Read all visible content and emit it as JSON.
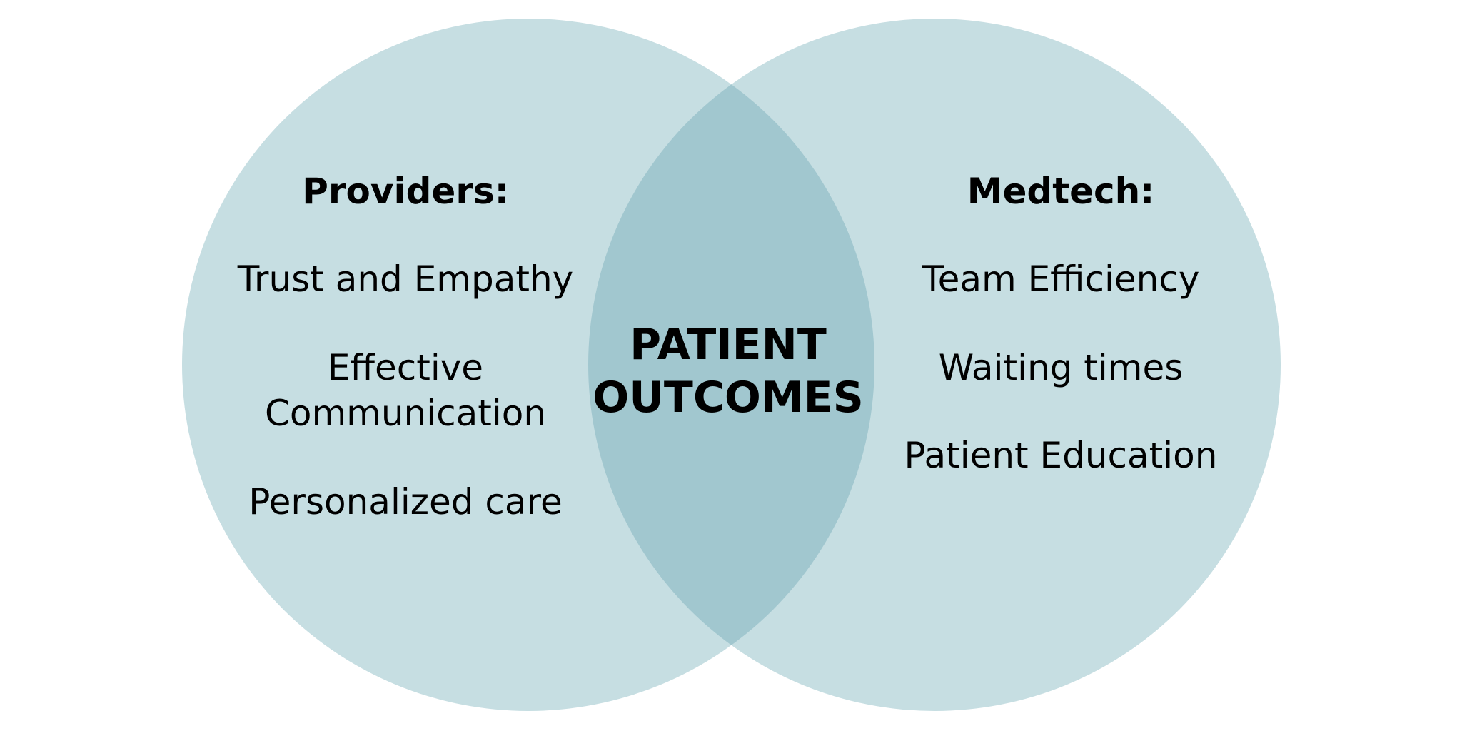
{
  "colors": {
    "circle": "#c6dee2",
    "overlap": "#a1c7cf",
    "text": "#000000",
    "background": "#ffffff"
  },
  "left_set": {
    "heading": "Providers:",
    "items": [
      "Trust and Empathy",
      "Effective\nCommunication",
      "Personalized care"
    ]
  },
  "right_set": {
    "heading": "Medtech:",
    "items": [
      "Team Efficiency",
      "Waiting times",
      "Patient Education"
    ]
  },
  "intersection": {
    "label": "PATIENT\nOUTCOMES"
  }
}
